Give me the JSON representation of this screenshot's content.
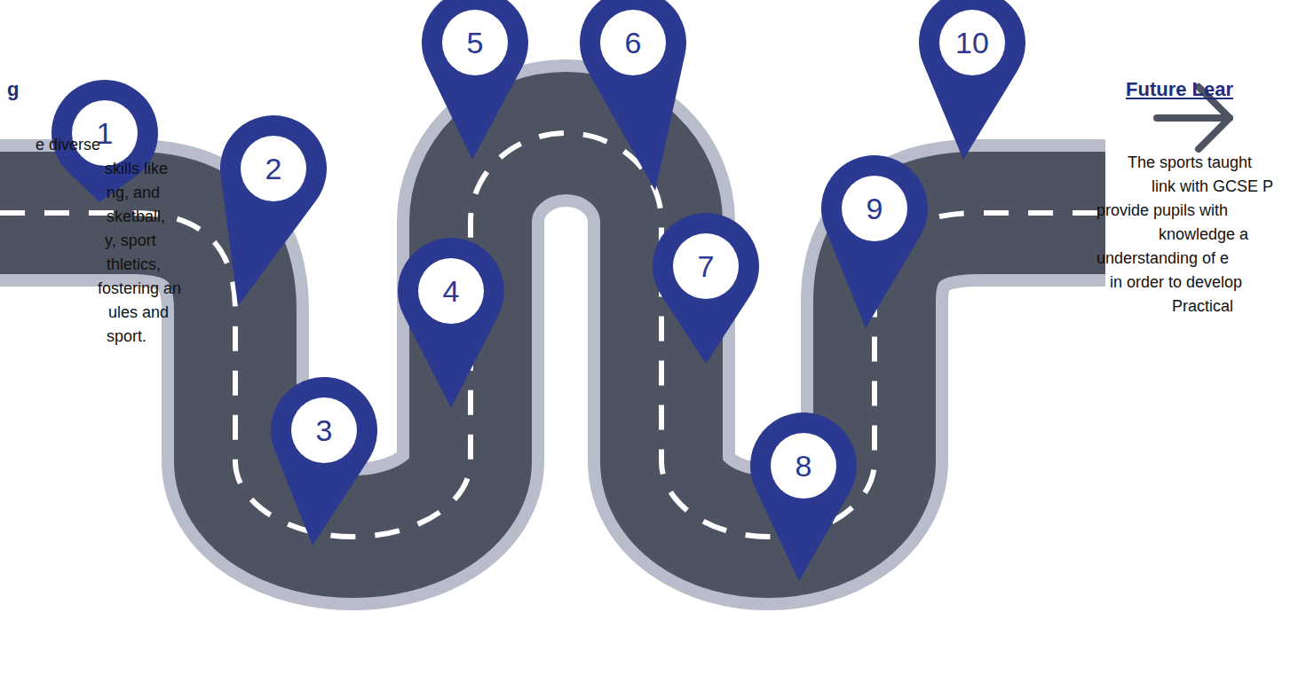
{
  "diagram": {
    "nodes": [
      {
        "text": [
          "1"
        ]
      },
      {
        "text": [
          "2"
        ]
      },
      {
        "text": [
          "3"
        ]
      },
      {
        "text": [
          "4"
        ]
      },
      {
        "text": [
          "5"
        ]
      },
      {
        "text": [
          "6"
        ]
      },
      {
        "text": [
          "7"
        ]
      },
      {
        "text": [
          "8"
        ]
      },
      {
        "text": [
          "9"
        ]
      },
      {
        "text": [
          "10"
        ]
      }
    ],
    "labels": [
      "g",
      "e diverse skills like ng, and sketball, y, sport thletics, fostering an ules and sport.",
      "Future Lear",
      "The sports taught link with GCSE P provide pupils with knowledge a understanding of e in order to develop Practical"
    ]
  }
}
